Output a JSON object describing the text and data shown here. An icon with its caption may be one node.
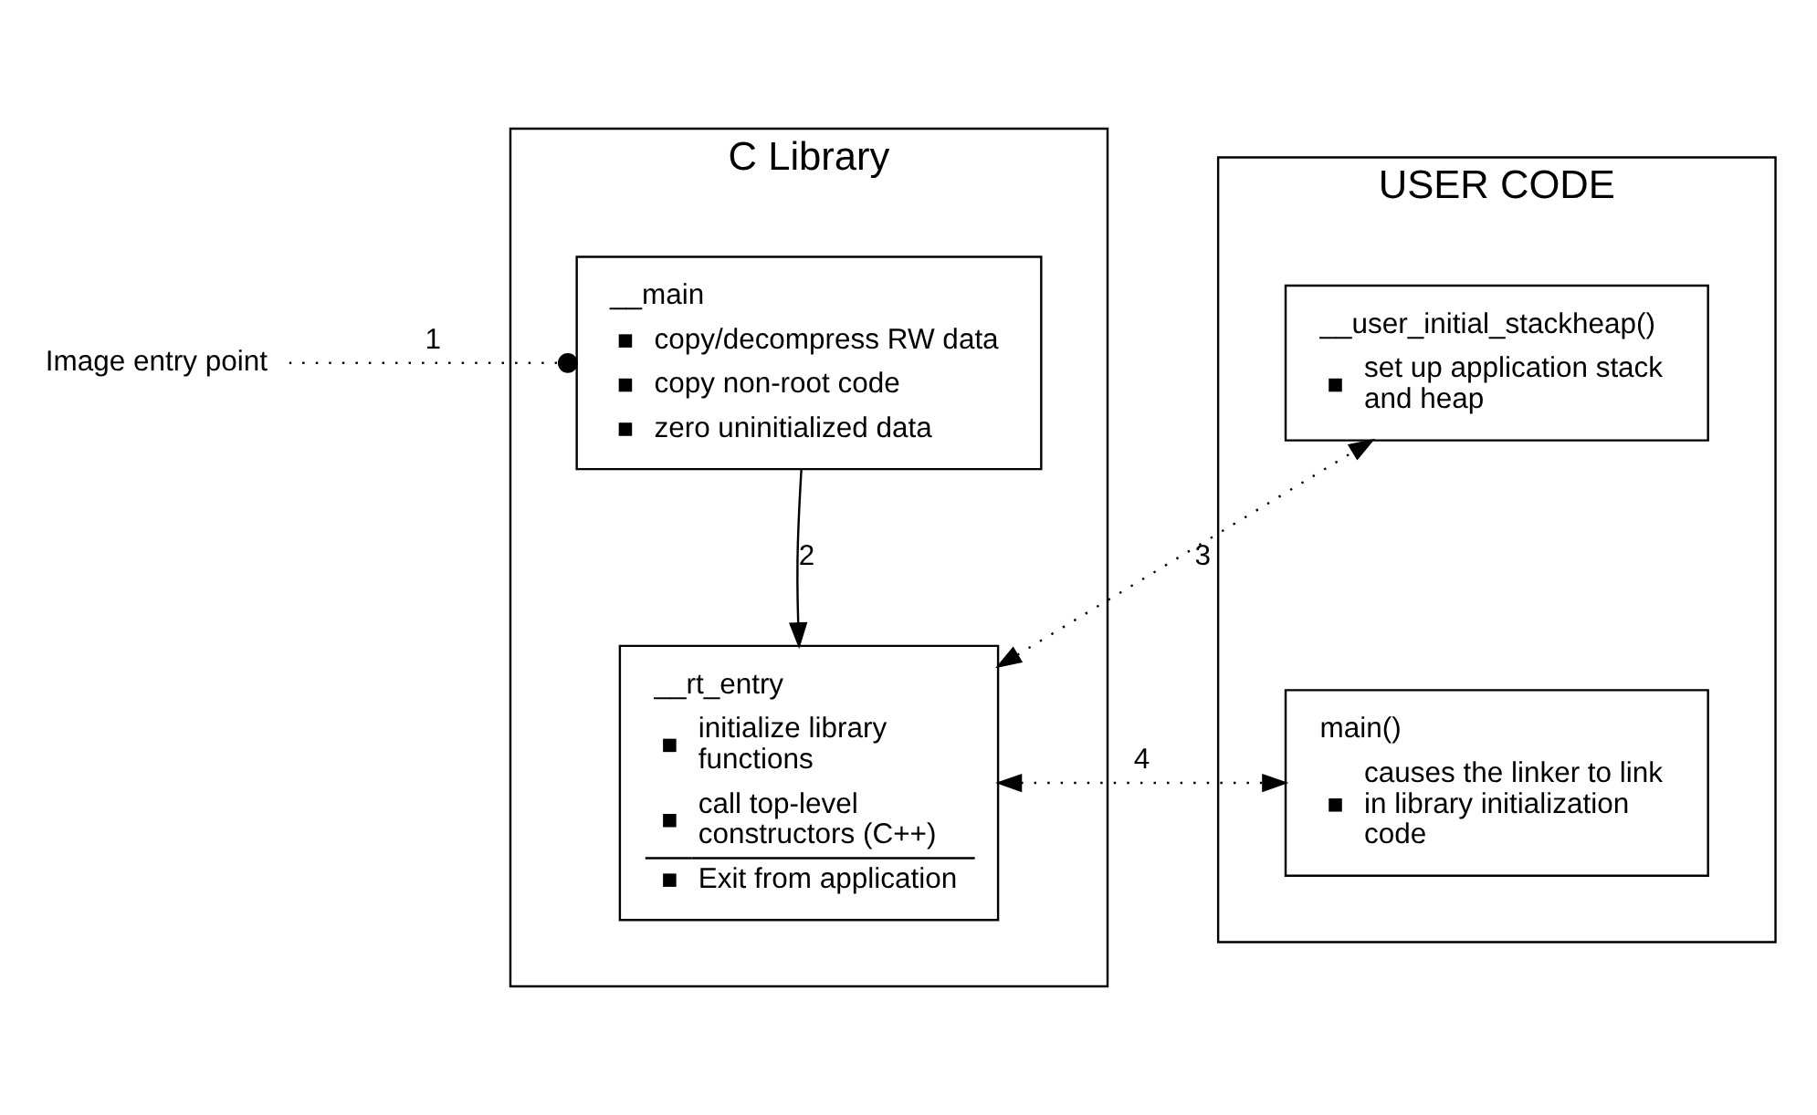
{
  "diagram": {
    "nodes": [
      {
        "text": [
          "C Library"
        ]
      },
      {
        "text": [
          "Image entry point"
        ]
      },
      {
        "text": [
          "__main",
          "copy/decompress RW data",
          "copy non-root code",
          "zero uninitialized data"
        ],
        "in": 0
      },
      {
        "text": [
          "__rt_entry",
          "initialize library functions",
          "call top-level constructors (C++)",
          "Exit from application"
        ],
        "in": 0
      },
      {
        "text": [
          "USER CODE"
        ]
      },
      {
        "text": [
          "__user_initial_stackheap()",
          "set up application stack and heap"
        ],
        "in": 4
      },
      {
        "text": [
          "main()",
          "causes the linker to link in library initialization code"
        ],
        "in": 4
      }
    ],
    "edges": [
      {
        "from": 1,
        "to": 2,
        "arrow": "other",
        "label": "1",
        "style": "dashed"
      },
      {
        "from": 2,
        "to": 3,
        "arrow": "to",
        "label": "2"
      },
      {
        "from": 3,
        "to": 5,
        "arrow": "both",
        "label": "3",
        "style": "dashed"
      },
      {
        "from": 3,
        "to": 6,
        "arrow": "both",
        "label": "4",
        "style": "dashed"
      }
    ]
  }
}
